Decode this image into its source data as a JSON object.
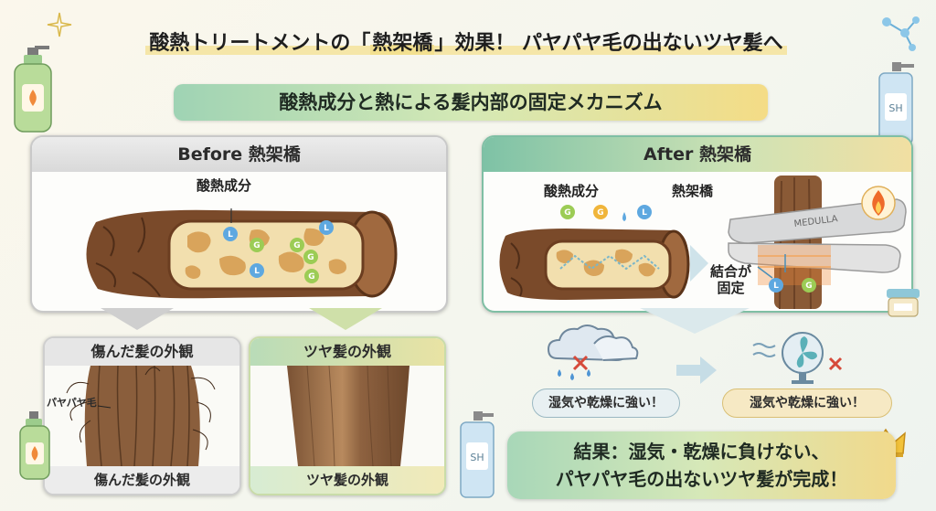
{
  "header": {
    "title_pre": "酸熱トリートメントの「",
    "title_hl": "熱架橋",
    "title_post": "」効果！ パヤパヤ毛の出ないツヤ髪へ",
    "subtitle": "酸熱成分と熱による髪内部の固定メカニズム"
  },
  "before_panel": {
    "title": "Before 熱架橋",
    "ingredient_label": "酸熱成分",
    "molecule_g": "G",
    "molecule_l": "L"
  },
  "after_panel": {
    "title": "After 熱架橋",
    "ingredient_label": "酸熱成分",
    "crosslink_label": "熱架橋",
    "bond_label_1": "結合が",
    "bond_label_2": "固定",
    "iron_brand": "MEDULLA"
  },
  "damaged_panel": {
    "title": "傷んだ髪の外観",
    "frizz_label": "パヤパヤ毛",
    "footer": "傷んだ髪の外観"
  },
  "shiny_panel": {
    "title": "ツヤ髪の外観",
    "footer": "ツヤ髪の外観"
  },
  "resistance": {
    "left": "湿気や乾燥に強い！",
    "right": "湿気や乾燥に強い！"
  },
  "result": {
    "line1": "結果：湿気・乾燥に負けない、",
    "line2": "パヤパヤ毛の出ないツヤ髪が完成！"
  },
  "bottles": {
    "shampoo_label": "SH"
  },
  "colors": {
    "accent_green": "#7ec2a6",
    "accent_yellow": "#f1d98b",
    "hair_brown": "#8a5a36",
    "cross_red": "#d64a3a"
  }
}
